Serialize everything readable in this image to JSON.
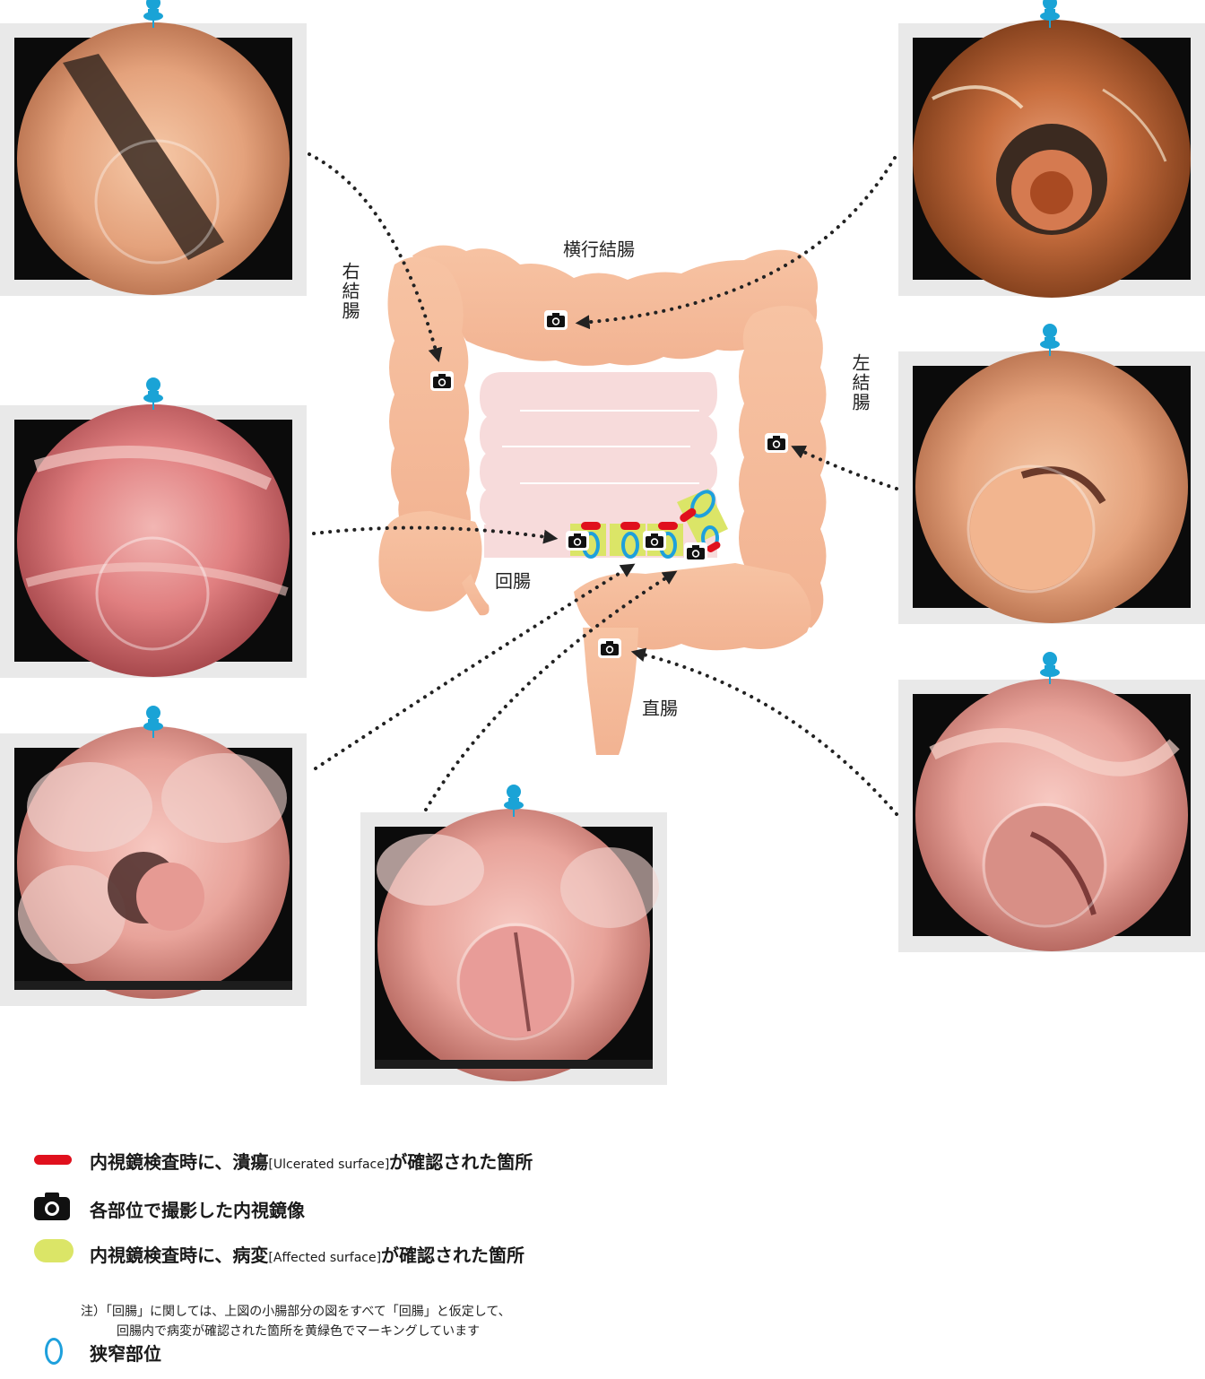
{
  "labels": {
    "transverse_colon": "横行結腸",
    "right_colon": "右結腸",
    "left_colon": "左結腸",
    "ileum": "回腸",
    "rectum": "直腸"
  },
  "legend": {
    "ulcer": {
      "prefix": "内視鏡検査時に、潰瘍",
      "en": "[Ulcerated surface]",
      "suffix": "が確認された箇所",
      "color": "#e0101d"
    },
    "camera": {
      "text": "各部位で撮影した内視鏡像"
    },
    "lesion": {
      "prefix": "内視鏡検査時に、病変",
      "en": "[Affected surface]",
      "suffix": "が確認された箇所",
      "color": "#dbe567"
    },
    "note": {
      "line1": "注）「回腸」に関しては、上図の小腸部分の図をすべて「回腸」と仮定して、",
      "line2": "回腸内で病変が確認された箇所を黄緑色でマーキングしています"
    },
    "stricture": {
      "text": "狭窄部位",
      "color": "#1ea0dc"
    }
  },
  "colors": {
    "colon": "#f5bfa0",
    "small_intestine": "#f7dbdb",
    "pin": "#1aa3d6",
    "leader": "#222222"
  },
  "icons": [
    "pin-icon",
    "camera-icon"
  ]
}
